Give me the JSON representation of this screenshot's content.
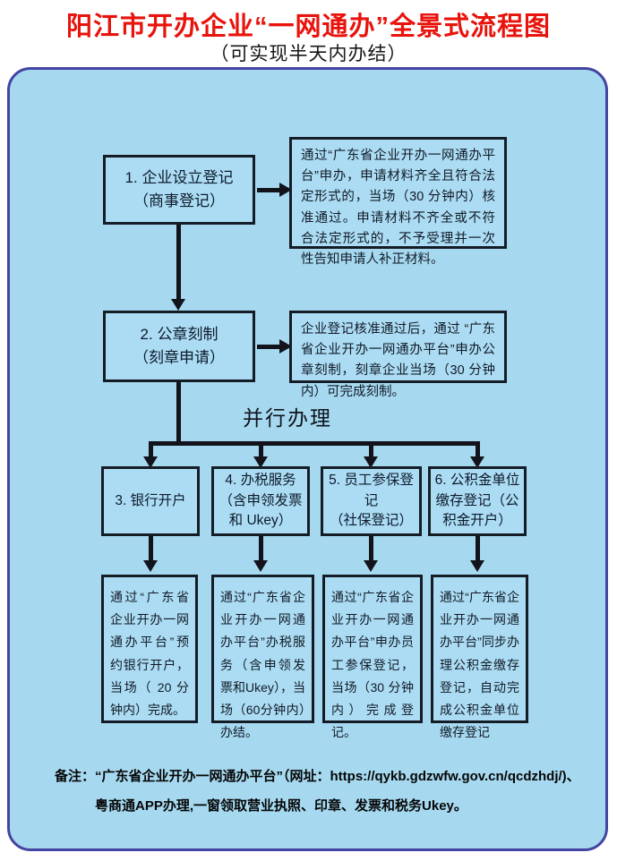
{
  "page": {
    "title": "阳江市开办企业“一网通办”全景式流程图",
    "subtitle": "（可实现半天内办结）"
  },
  "colors": {
    "title_red": "#e8130c",
    "panel_background": "#a6d9f0",
    "panel_border": "#4444a2",
    "box_border": "#141c26",
    "connector": "#13131c"
  },
  "flow": {
    "step1": {
      "label": "1. 企业设立登记\n（商事登记）",
      "note": "通过“广东省企业开办一网通办平台”申办，申请材料齐全且符合法定形式的，当场（30 分钟内）核准通过。申请材料不齐全或不符合法定形式的，不予受理并一次性告知申请人补正材料。"
    },
    "step2": {
      "label": "2. 公章刻制\n（刻章申请）",
      "note": "企业登记核准通过后，通过 “广东省企业开办一网通办平台”申办公章刻制，刻章企业当场（30 分钟内）可完成刻制。"
    },
    "parallel_label": "并行办理",
    "branches": [
      {
        "label": "3. 银行开户",
        "detail": "通过“广东省企业开办一网通办平台”预约银行开户，当场（ 20 分钟内）完成。"
      },
      {
        "label": "4. 办税服务\n（含申领发票\n和 Ukey）",
        "detail": "通过“广东省企业开办一网通办平台”办税服务（含申领发票和Ukey），当场（60分钟内）办结。"
      },
      {
        "label": "5. 员工参保登记\n（社保登记）",
        "detail": "通过“广东省企业开办一网通办平台”申办员工参保登记，当场（30 分钟内）完成登记。"
      },
      {
        "label": "6. 公积金单位\n缴存登记（公\n积金开户）",
        "detail": "通过“广东省企业开办一网通办平台”同步办理公积金缴存登记，自动完成公积金单位缴存登记"
      }
    ]
  },
  "footer": {
    "label": "备注：",
    "line1": "“广东省企业开办一网通办平台”（网址：https://qykb.gdzwfw.gov.cn/qcdzhdj/)、",
    "line2": "粤商通APP办理,一窗领取营业执照、印章、发票和税务Ukey。"
  }
}
